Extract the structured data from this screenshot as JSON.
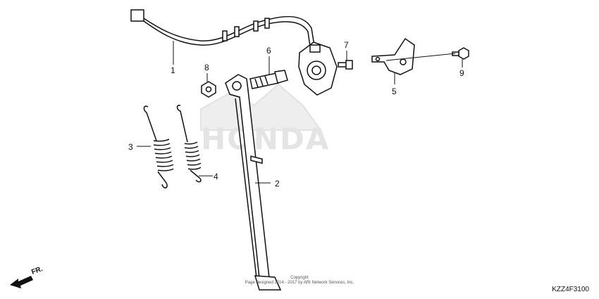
{
  "callouts": [
    {
      "id": "1",
      "label": "1"
    },
    {
      "id": "2",
      "label": "2"
    },
    {
      "id": "3",
      "label": "3"
    },
    {
      "id": "4",
      "label": "4"
    },
    {
      "id": "5",
      "label": "5"
    },
    {
      "id": "6",
      "label": "6"
    },
    {
      "id": "7",
      "label": "7"
    },
    {
      "id": "8",
      "label": "8"
    },
    {
      "id": "9",
      "label": "9"
    }
  ],
  "watermark": {
    "brand": "HONDA"
  },
  "copyright": {
    "line1": "Copyright",
    "line2": "Page designed 2014 - 2017 by ARI Network Services, Inc."
  },
  "diagram_code": "KZZ4F3100",
  "direction_marker": "FR.",
  "colors": {
    "line": "#111111",
    "watermark": "#e4e4e4"
  }
}
